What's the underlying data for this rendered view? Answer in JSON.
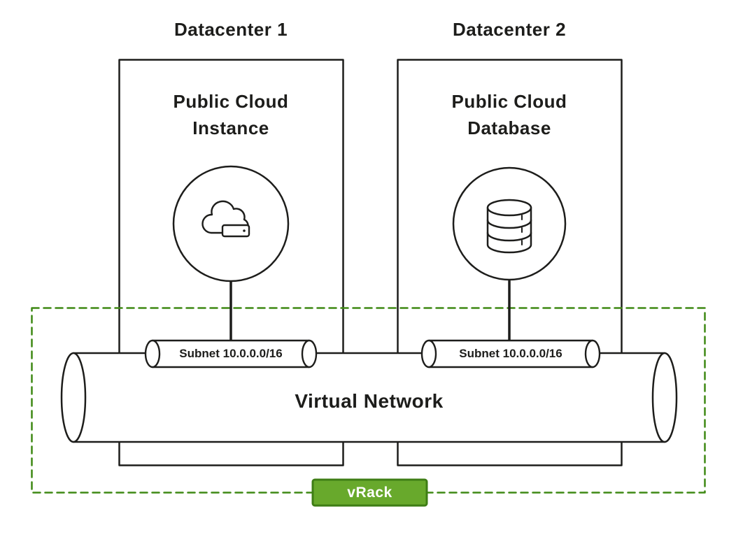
{
  "diagram": {
    "title_left": "Datacenter 1",
    "title_right": "Datacenter 2",
    "node_left": {
      "line1": "Public Cloud",
      "line2": "Instance"
    },
    "node_right": {
      "line1": "Public Cloud",
      "line2": "Database"
    },
    "subnet_left": "Subnet 10.0.0.0/16",
    "subnet_right": "Subnet 10.0.0.0/16",
    "network": "Virtual Network",
    "vrack": "vRack",
    "icons": {
      "left": "cloud-server-icon",
      "right": "database-icon"
    },
    "colors": {
      "stroke": "#1d1d1b",
      "boundary_green": "#3e8914",
      "vrack_fill": "#68a92c",
      "vrack_border": "#3e7d15",
      "vrack_text": "#ffffff"
    }
  }
}
